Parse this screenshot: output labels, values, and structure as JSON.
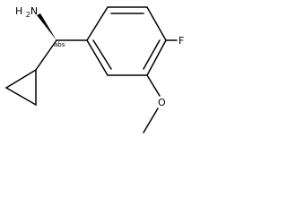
{
  "molecule": {
    "amine_label": "H2N",
    "fluoro_label": "F",
    "oxygen_label": "O",
    "stereo_label": "abs"
  }
}
